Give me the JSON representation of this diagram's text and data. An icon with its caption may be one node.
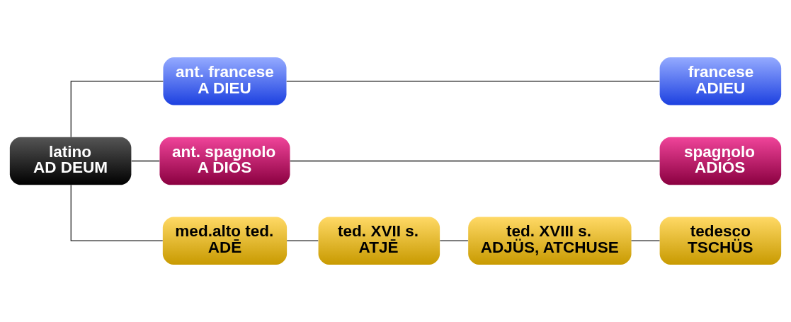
{
  "diagram": {
    "nodes": [
      {
        "text": [
          "latino",
          "AD DEUM"
        ]
      },
      {
        "text": [
          "ant. francese",
          "A DIEU"
        ]
      },
      {
        "text": [
          "francese",
          "ADIEU"
        ]
      },
      {
        "text": [
          "ant. spagnolo",
          "A DIÓS"
        ]
      },
      {
        "text": [
          "spagnolo",
          "ADIÓS"
        ]
      },
      {
        "text": [
          "med.alto ted.",
          "ADĒ"
        ]
      },
      {
        "text": [
          "ted. XVII s.",
          "ATJĒ"
        ]
      },
      {
        "text": [
          "ted. XVIII s.",
          "ADJÜS, ATCHUSE"
        ]
      },
      {
        "text": [
          "tedesco",
          "TSCHÜS"
        ]
      }
    ],
    "edges": [
      {
        "from": 0,
        "to": 1,
        "arrow": "none"
      },
      {
        "from": 0,
        "to": 3,
        "arrow": "none"
      },
      {
        "from": 0,
        "to": 5,
        "arrow": "none"
      },
      {
        "from": 1,
        "to": 2,
        "arrow": "none"
      },
      {
        "from": 3,
        "to": 4,
        "arrow": "none"
      },
      {
        "from": 5,
        "to": 6,
        "arrow": "none"
      },
      {
        "from": 6,
        "to": 7,
        "arrow": "none"
      },
      {
        "from": 7,
        "to": 8,
        "arrow": "none"
      }
    ]
  }
}
